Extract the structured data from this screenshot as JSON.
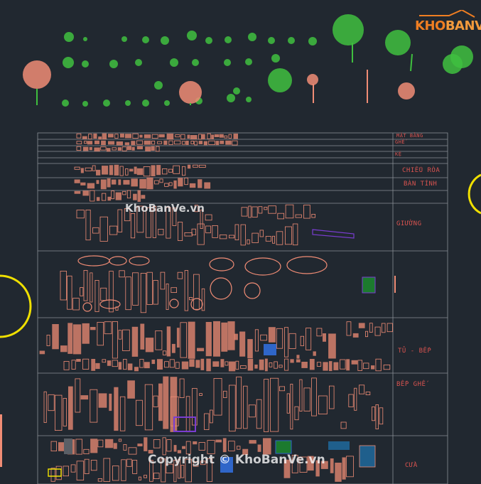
{
  "viewport": {
    "background": "#212830",
    "line_color": "#8a8f96",
    "symbol_color": "#f08c75",
    "tree_color": "#3fbf3f",
    "label_color": "#d9534f"
  },
  "brand": {
    "name_part1": "KHO",
    "name_part2": "BANVE",
    "color": "#ef7e22"
  },
  "watermarks": {
    "top": "KhoBanVe.vn",
    "bottom": "Copyright © KhoBanVe.vn"
  },
  "legend_rows": [
    {
      "label": "MẶT BẰNG",
      "style": "small"
    },
    {
      "label": "GHẾ",
      "style": "small"
    },
    {
      "label": "KỆ",
      "style": "small"
    },
    {
      "label": "CHIẾU RÒA",
      "style": "normal"
    },
    {
      "label": "BÀN TÍNH",
      "style": "normal"
    },
    {
      "label": "GIƯỜNG",
      "style": "normal"
    },
    {
      "label": "TỦ - BẾP",
      "style": "normal"
    },
    {
      "label": "BẾP GHẾ",
      "style": "normal"
    },
    {
      "label": "CỬA",
      "style": "normal"
    }
  ]
}
